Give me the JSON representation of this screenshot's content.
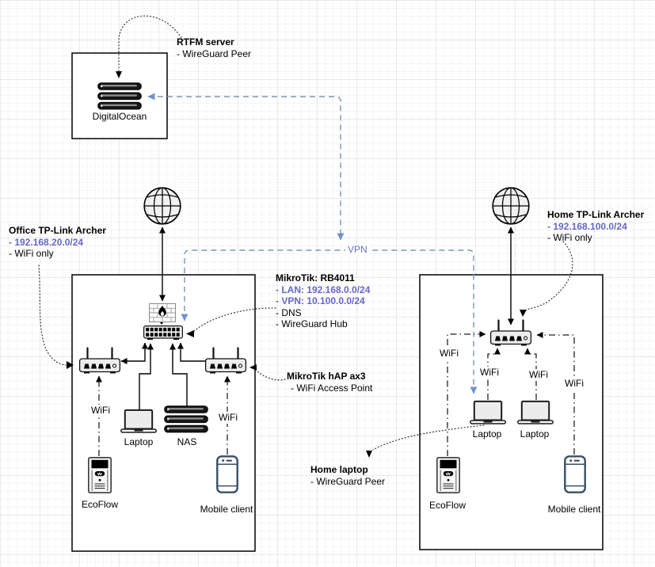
{
  "colors": {
    "blue_text": "#6666cc",
    "vpn_line": "#8096ad",
    "vpn_arrow": "#6e93c8",
    "stroke": "#000000",
    "box_fill": "#ffffff"
  },
  "labels": {
    "wifi": "WiFi",
    "vpn": "VPN"
  },
  "annotations": {
    "rtfm": {
      "title": "RTFM server",
      "line1": "- WireGuard Peer"
    },
    "office_archer": {
      "title": "Office TP-Link Archer",
      "line1": "- 192.168.20.0/24",
      "line2": "- WiFi only"
    },
    "rb4011": {
      "title": "MikroTik: RB4011",
      "line1": "- LAN: 192.168.0.0/24",
      "line2": "- VPN: 10.100.0.0/24",
      "line3": "- DNS",
      "line4": "- WireGuard Hub"
    },
    "hap_ax3": {
      "title": "MikroTik hAP ax3",
      "line1": "- WiFi Access Point"
    },
    "home_archer": {
      "title": "Home TP-Link Archer",
      "line1": "- 192.168.100.0/24",
      "line2": "- WiFi only"
    },
    "home_laptop": {
      "title": "Home laptop",
      "line1": "- WireGuard Peer"
    }
  },
  "devices": {
    "digitalocean": "DigitalOcean",
    "office": {
      "laptop": "Laptop",
      "nas": "NAS",
      "ecoflow": "EcoFlow",
      "mobile": "Mobile client"
    },
    "home": {
      "laptop1": "Laptop",
      "laptop2": "Laptop",
      "ecoflow": "EcoFlow",
      "mobile": "Mobile client"
    }
  }
}
